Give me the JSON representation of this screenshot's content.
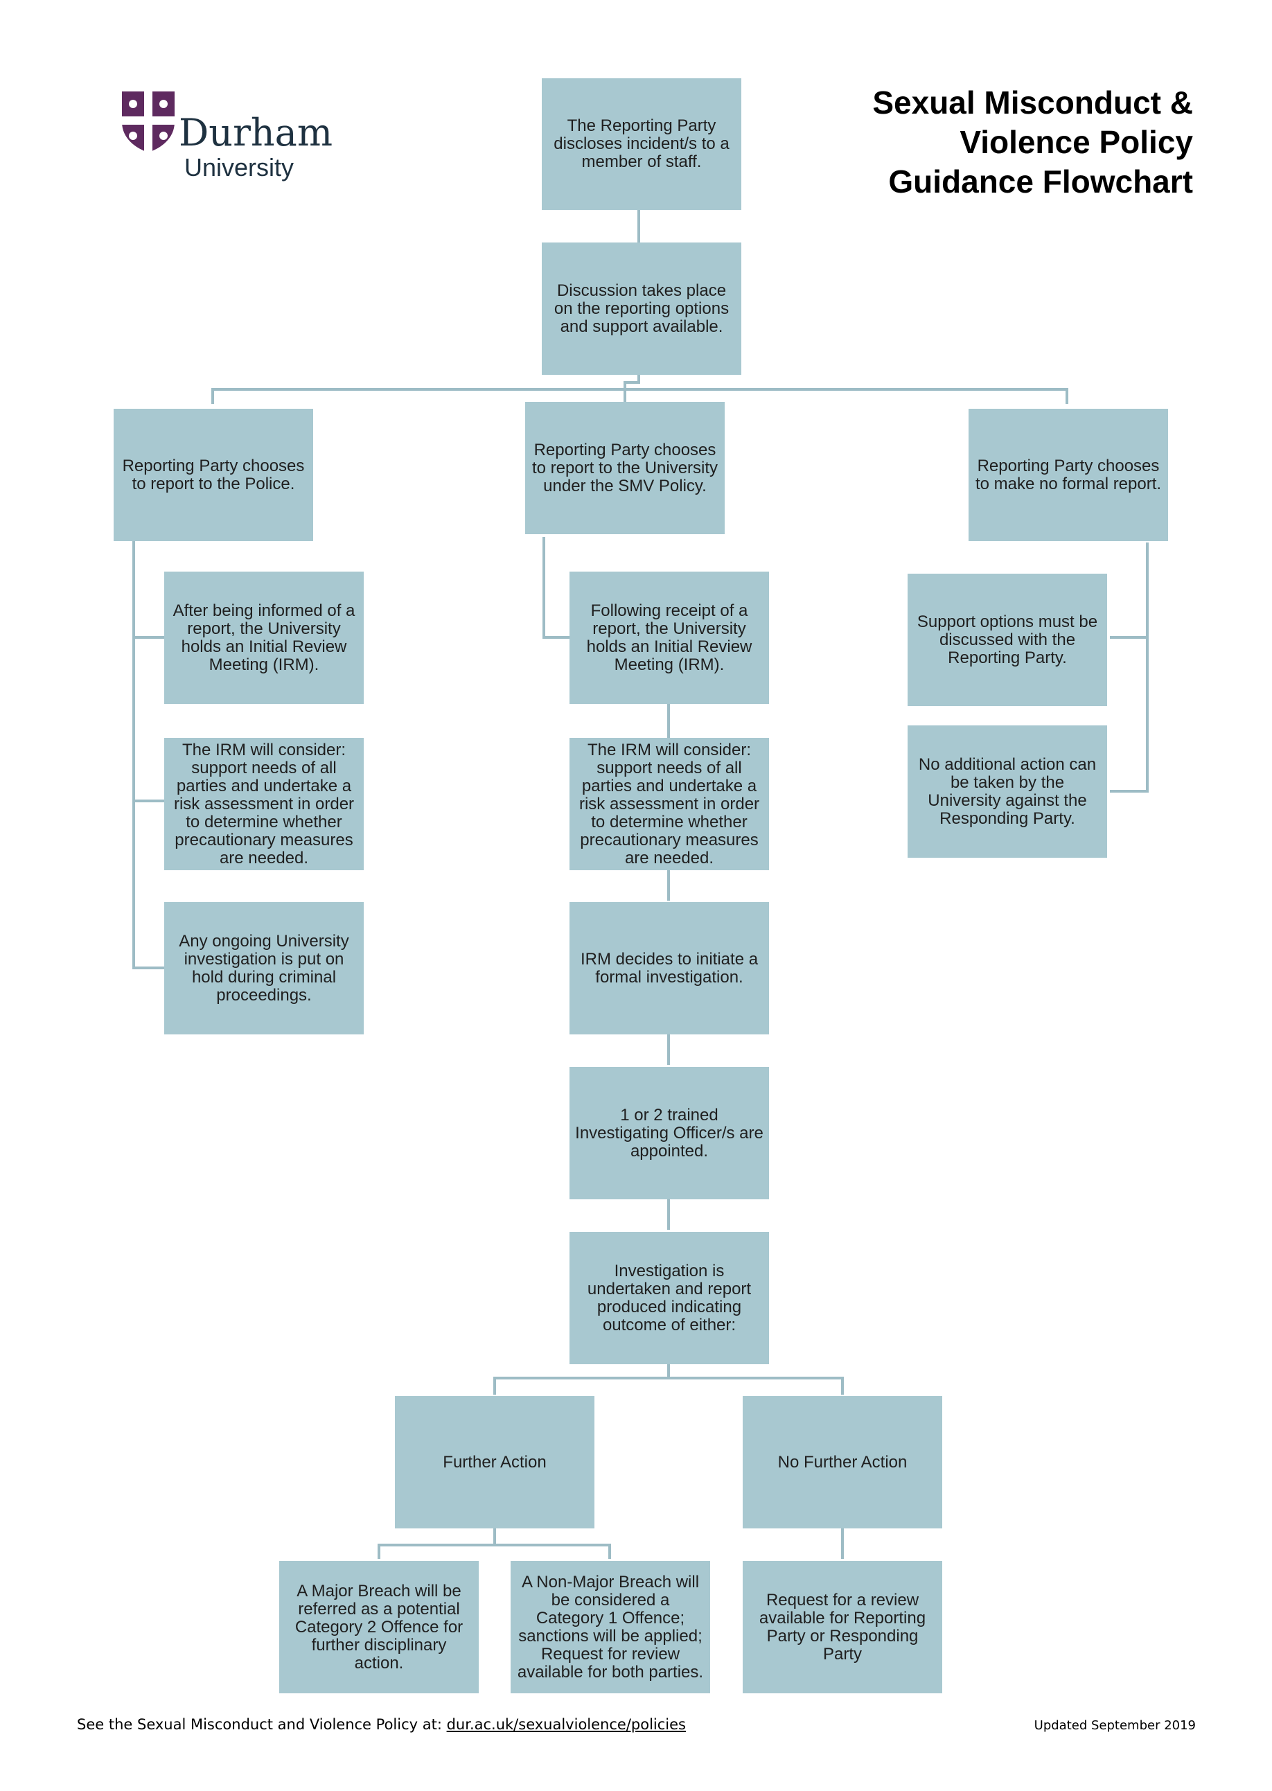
{
  "header": {
    "title_lines": [
      "Sexual Misconduct &",
      "Violence Policy",
      "Guidance Flowchart"
    ],
    "logo": {
      "name": "Durham",
      "sub": "University",
      "icon": "durham-crest-icon",
      "color": "#5e2a5f"
    }
  },
  "colors": {
    "box_fill": "#a8c8d0",
    "connector": "#9dbcc5",
    "text": "#1f1f1f"
  },
  "nodes": {
    "disclose": "The Reporting Party discloses incident/s to a member of staff.",
    "discussion": "Discussion takes place on the reporting options and support available.",
    "police": "Reporting Party chooses to report to the Police.",
    "university": "Reporting Party chooses to report to the University under the SMV Policy.",
    "no_report": "Reporting Party chooses to make no formal report.",
    "police_irm": "After being informed of a report, the University holds an Initial Review Meeting (IRM).",
    "police_consider": "The IRM will consider: support needs of all parties and undertake a risk assessment in order to determine whether precautionary measures are needed.",
    "police_hold": "Any ongoing University investigation is put on hold during criminal proceedings.",
    "uni_irm": "Following receipt of a report, the University holds an Initial Review Meeting (IRM).",
    "uni_consider": "The IRM will consider: support needs of all parties and undertake a risk assessment in order to determine whether precautionary measures are needed.",
    "formal": "IRM decides to initiate a formal investigation.",
    "officers": "1 or 2  trained Investigating Officer/s are appointed.",
    "investigation": "Investigation is undertaken and report produced indicating outcome of either:",
    "further_action": "Further Action",
    "no_further_action": "No Further Action",
    "major_breach": "A Major Breach will be referred as a potential Category 2 Offence for further disciplinary action.",
    "non_major_breach": "A Non-Major Breach will be considered a Category 1 Offence; sanctions will be applied; Request for review available for both parties.",
    "review_request": "Request for a review available for Reporting Party or Responding Party",
    "support_options": "Support options must be discussed with the Reporting Party.",
    "no_additional": "No additional action can be taken by the University against the Responding Party."
  },
  "footer": {
    "policy_prefix": "See the Sexual Misconduct and Violence Policy at: ",
    "policy_link": "dur.ac.uk/sexualviolence/policies",
    "updated": "Updated September 2019"
  }
}
